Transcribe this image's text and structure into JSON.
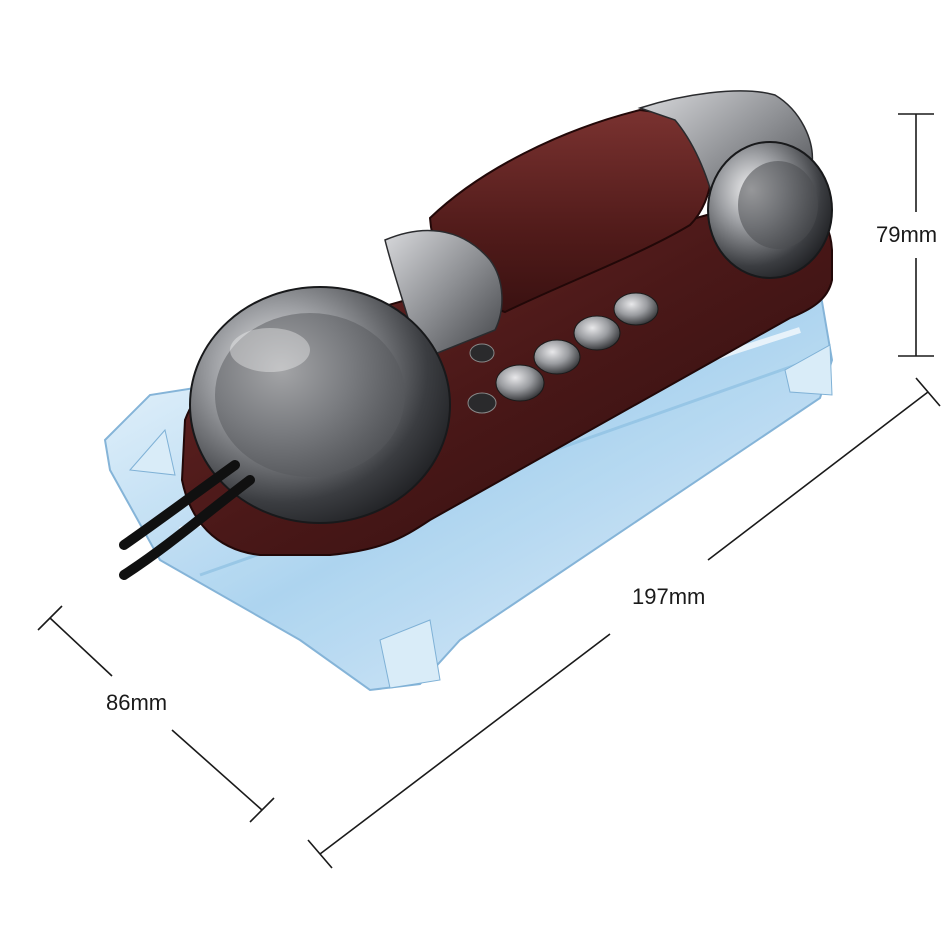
{
  "dimensions": {
    "height": "79mm",
    "length": "197mm",
    "depth": "86mm"
  },
  "colors": {
    "background": "#ffffff",
    "wood_body": "#5a1f1f",
    "chrome": "#9a9ca0",
    "clear_base": "#cfe6f7",
    "dimension_line": "#1a1a1a"
  }
}
